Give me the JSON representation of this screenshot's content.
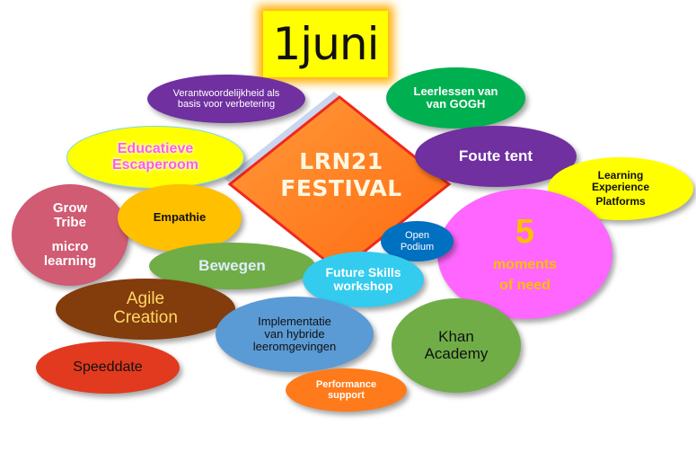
{
  "date": "1juni",
  "center": {
    "line1": "LRN21",
    "line2": "FESTIVAL"
  },
  "bubbles": {
    "verantwoordelijkheid": {
      "line1": "Verantwoordelijkheid als",
      "line2": "basis voor verbetering"
    },
    "leerlessen": {
      "line1": "Leerlessen van",
      "line2": "van GOGH"
    },
    "escaperoom": {
      "line1": "Educatieve",
      "line2": "Escaperoom"
    },
    "foute_tent": {
      "line1": "Foute tent"
    },
    "lxp": {
      "line1": "Learning",
      "line2": "Experience",
      "line3": "Platforms"
    },
    "grow_tribe": {
      "line1": "Grow",
      "line2": "Tribe",
      "line3": "micro",
      "line4": "learning"
    },
    "empathie": {
      "line1": "Empathie"
    },
    "open_podium": {
      "line1": "Open",
      "line2": "Podium"
    },
    "five_moments": {
      "line1": "5",
      "line2": "moments",
      "line3": "of need"
    },
    "bewegen": {
      "line1": "Bewegen"
    },
    "future_skills": {
      "line1": "Future Skills",
      "line2": "workshop"
    },
    "agile": {
      "line1": "Agile",
      "line2": "Creation"
    },
    "implementatie": {
      "line1": "Implementatie",
      "line2": "van hybride",
      "line3": "leeromgevingen"
    },
    "khan": {
      "line1": "Khan",
      "line2": "Academy"
    },
    "speeddate": {
      "line1": "Speeddate"
    },
    "performance": {
      "line1": "Performance",
      "line2": "support"
    }
  },
  "colors": {
    "diamond": "#ff7f1f",
    "diamond_border": "#f0281e",
    "date_bg": "#ffff00",
    "purple": "#7030a0",
    "green": "#00b050",
    "yellow": "#ffff00",
    "rose": "#d05b72",
    "gold": "#ffc000",
    "blue": "#0070c0",
    "magenta": "#ff66ff",
    "olive": "#70ad47",
    "cyan": "#33ccee",
    "brown": "#833c0b",
    "steel": "#5b9bd5",
    "khan_green": "#70ad47",
    "red": "#e23a1e",
    "orange": "#ff7a1a"
  }
}
